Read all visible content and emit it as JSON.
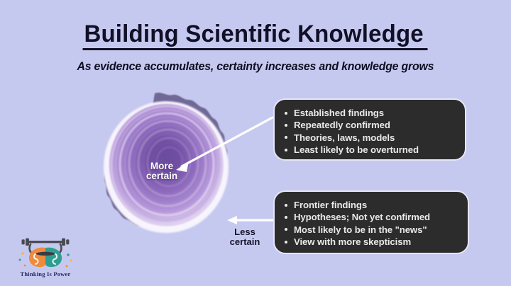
{
  "background_color": "#c6c9ef",
  "header": {
    "title": "Building Scientific Knowledge",
    "subtitle": "As evidence accumulates, certainty increases and knowledge grows",
    "title_color": "#111026"
  },
  "diagram": {
    "name": "tree-ring certainty diagram",
    "center_label": "More\ncertain",
    "center_label_line1": "More",
    "center_label_line2": "certain",
    "outer_label_line1": "Less",
    "outer_label_line2": "certain",
    "center_color": "#6b4f9e",
    "mid_color": "#a886d0",
    "outer_color": "#f3eefb",
    "rim_color": "#6f6896"
  },
  "callouts": {
    "top": {
      "name": "established-knowledge-callout",
      "items": [
        "Established findings",
        "Repeatedly confirmed",
        "Theories, laws, models",
        "Least likely to be overturned"
      ],
      "background": "#2c2c2c",
      "text_color": "#e9e9e9"
    },
    "bottom": {
      "name": "frontier-knowledge-callout",
      "items": [
        "Frontier findings",
        "Hypotheses; Not yet confirmed",
        "Most likely to be in the \"news\"",
        "View with more skepticism"
      ],
      "background": "#2c2c2c",
      "text_color": "#e9e9e9"
    }
  },
  "logo": {
    "text": "Thinking Is Power",
    "left_hemisphere_color": "#f08a3c",
    "right_hemisphere_color": "#2e9e93",
    "barbell_color": "#4a4a52",
    "text_color": "#2a2a6a"
  }
}
